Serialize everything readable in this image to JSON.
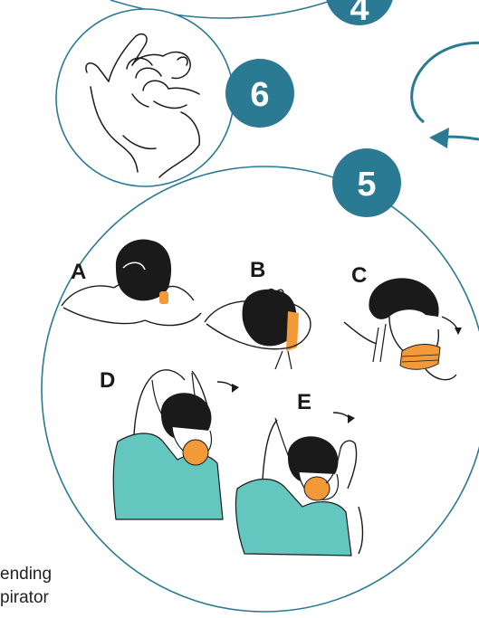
{
  "colors": {
    "accent": "#2a7a94",
    "mask_orange": "#f29a38",
    "shirt_teal": "#63c7c0",
    "ink": "#1a1a1a"
  },
  "steps": {
    "top_badge": "4",
    "hands_badge": "6",
    "main_badge": "5"
  },
  "substeps": [
    "A",
    "B",
    "C",
    "D",
    "E"
  ],
  "caption": {
    "line1": "ending",
    "line2": "pirator"
  },
  "icons": {
    "arrow": "curved-arrow-icon",
    "hands": "hands-icon"
  }
}
